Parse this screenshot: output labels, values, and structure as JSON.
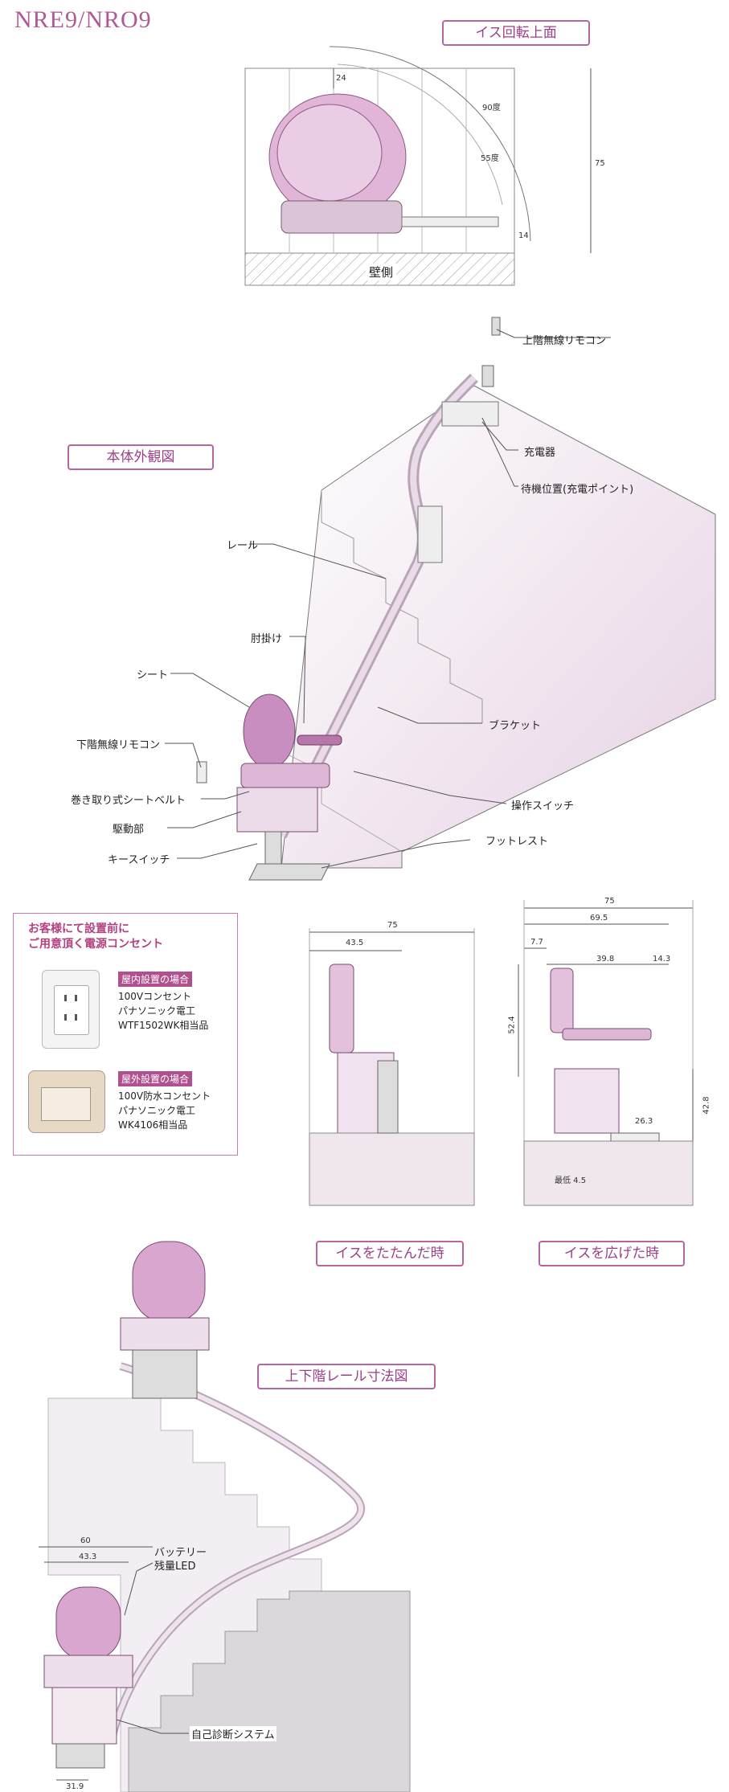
{
  "header": {
    "model": "NRE9/NRO9"
  },
  "section_titles": {
    "rotation_top": "イス回転上面",
    "exterior": "本体外観図",
    "folded": "イスをたたんだ時",
    "unfolded": "イスを広げた時",
    "rail_dims": "上下階レール寸法図"
  },
  "rotation": {
    "wall": "壁側",
    "dims": {
      "d24": "24",
      "deg90": "90度",
      "deg55": "55度",
      "d75": "75",
      "d14": "14"
    }
  },
  "parts": {
    "upper_remote": "上階無線リモコン",
    "charger": "充電器",
    "standby": "待機位置(充電ポイント)",
    "rail": "レール",
    "armrest": "肘掛け",
    "seat": "シート",
    "bracket": "ブラケット",
    "lower_remote": "下階無線リモコン",
    "belt": "巻き取り式シートベルト",
    "operation_switch": "操作スイッチ",
    "drive": "駆動部",
    "footrest": "フットレスト",
    "key_switch": "キースイッチ"
  },
  "outlet_box": {
    "heading_line1": "お客様にて設置前に",
    "heading_line2": "ご用意頂く電源コンセント",
    "indoor": {
      "tag": "屋内設置の場合",
      "line1": "100Vコンセント",
      "line2": "パナソニック電工",
      "line3": "WTF1502WK相当品"
    },
    "outdoor": {
      "tag": "屋外設置の場合",
      "line1": "100V防水コンセント",
      "line2": "パナソニック電工",
      "line3": "WK4106相当品"
    }
  },
  "folded_dims": {
    "total": "75",
    "width": "43.5"
  },
  "unfolded_dims": {
    "total": "75",
    "w695": "69.5",
    "w77": "7.7",
    "w398": "39.8",
    "w143": "14.3",
    "h524": "52.4",
    "h428": "42.8",
    "w263": "26.3",
    "note": "最低 4.5"
  },
  "rail_section": {
    "w60": "60",
    "w433": "43.3",
    "battery_line1": "バッテリー",
    "battery_line2": "残量LED",
    "selfcheck": "自己診断システム",
    "w319": "31.9"
  }
}
